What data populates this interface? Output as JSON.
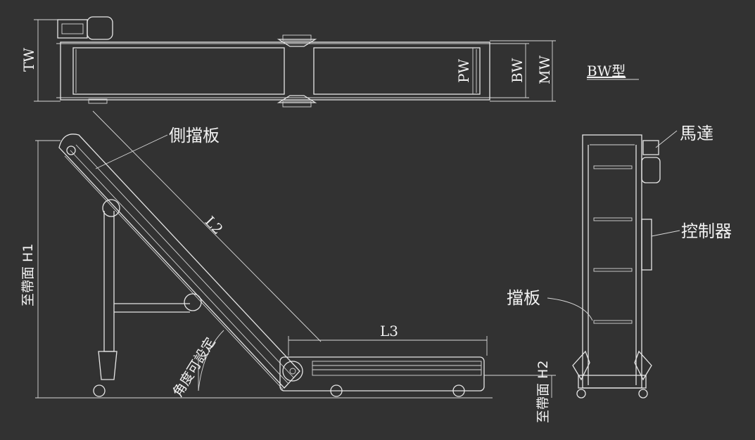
{
  "labels": {
    "tw": "TW",
    "pw": "PW",
    "bw": "BW",
    "mw": "MW",
    "model": "BW型",
    "side_guard": "側擋板",
    "l2": "L2",
    "l3": "L3",
    "h1": "至帶面 H1",
    "angle": "角度可設定",
    "h2": "至帶面 H2",
    "motor": "馬達",
    "controller": "控制器",
    "flight": "擋板"
  },
  "colors": {
    "background": "#323232",
    "line": "#e6e6e6"
  }
}
